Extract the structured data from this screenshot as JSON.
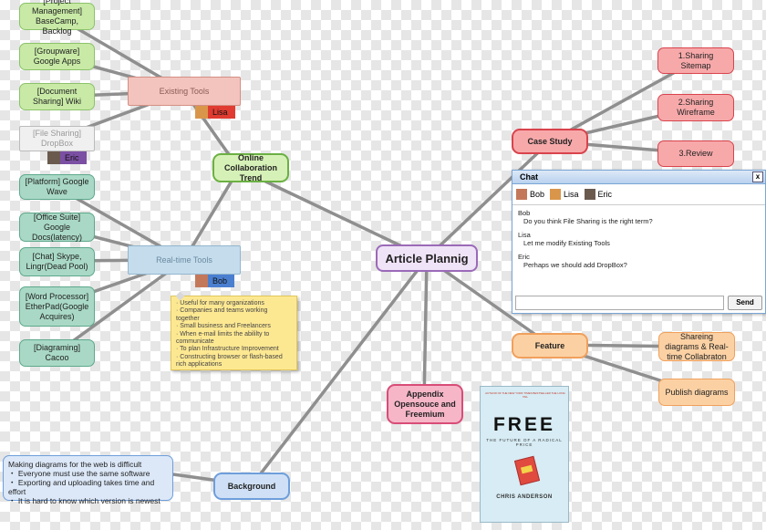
{
  "nodes": {
    "center": "Article Plannig",
    "trend": "Online Collaboration Trend",
    "existing_tools": "Existing Tools",
    "realtime_tools": "Real-time Tools",
    "case_study": "Case Study",
    "feature": "Feature",
    "appendix": "Appendix Opensouce and Freemium",
    "background": "Background"
  },
  "existing_children": [
    "[Project Management] BaseCamp, Backlog",
    "[Groupware] Google Apps",
    "[Document Sharing] Wiki",
    "[File Sharing] DropBox"
  ],
  "realtime_children": [
    "[Platform] Google Wave",
    "[Office Suite] Google Docs(latency)",
    "[Chat] Skype, Lingr(Dead Pool)",
    "[Word Processor] EtherPad(Google Acquires)",
    "[Diagraming] Cacoo"
  ],
  "case_children": [
    "1.Sharing Sitemap",
    "2.Sharing Wireframe",
    "3.Review"
  ],
  "feature_children": [
    "Shareing diagrams & Real-time Collabraton",
    "Publish diagrams"
  ],
  "owners": {
    "lisa": "Lisa",
    "eric": "Eric",
    "bob": "Bob"
  },
  "colors": {
    "lisa": "#e03c31",
    "eric": "#7b4fa3",
    "bob": "#4a7fd0"
  },
  "sticky_note": [
    "· Useful for many organizations",
    "· Companies and teams working together",
    "· Small business and Freelancers",
    "· When e-mail limits the abililty to communicate",
    "· To plan Infrastructure Improvement",
    "· Constructing browser or flash-based rich applications"
  ],
  "background_note": [
    "Making diagrams for the web is difficult",
    "・ Everyone must use the same software",
    "・ Exporting and uploading takes time and effort",
    "・ It is hard to know which version is newest"
  ],
  "chat": {
    "title": "Chat",
    "close": "x",
    "users": [
      "Bob",
      "Lisa",
      "Eric"
    ],
    "messages": [
      {
        "from": "Bob",
        "text": "Do you think File Sharing is the right term?"
      },
      {
        "from": "Lisa",
        "text": "Let me modify Existing Tools"
      },
      {
        "from": "Eric",
        "text": "Perhaps we should add DropBox?"
      }
    ],
    "send": "Send"
  },
  "book": {
    "title": "FREE",
    "subtitle": "THE FUTURE OF A RADICAL PRICE",
    "author": "CHRIS ANDERSON",
    "tag": "AUTHOR OF THE NEW YORK TIMES BESTSELLER THE LONG TAIL"
  }
}
